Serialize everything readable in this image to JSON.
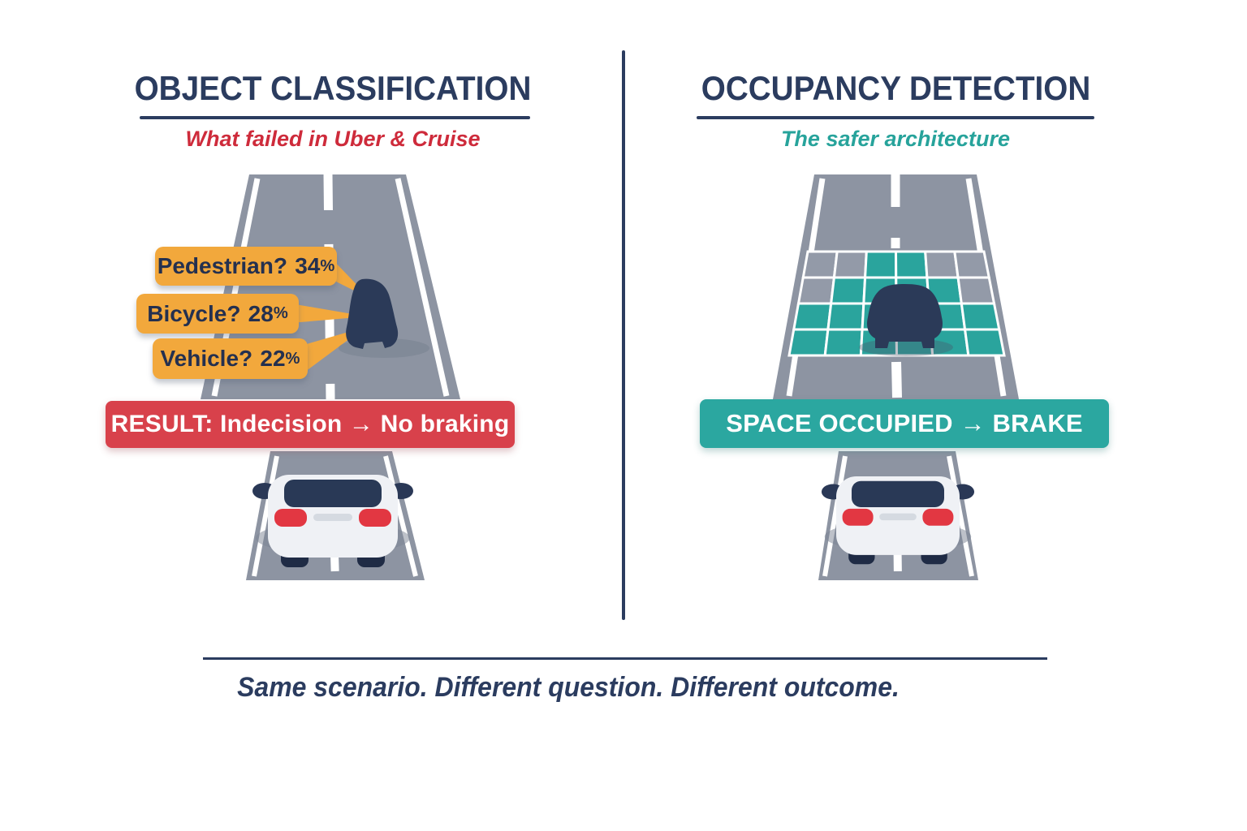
{
  "colors": {
    "navy": "#2B3C5F",
    "red_text": "#CE2B3B",
    "red_banner": "#D8414B",
    "teal_text": "#27A39B",
    "teal_banner": "#2BA7A0",
    "teal_cell": "#2AA49D",
    "gray_cell": "#939AA8",
    "road_gray": "#8D94A2",
    "amber": "#F2A83C",
    "object_navy": "#2B3A58"
  },
  "left_panel": {
    "title": "OBJECT CLASSIFICATION",
    "subtitle": "What failed in Uber & Cruise",
    "callouts": [
      {
        "label": "Pedestrian?",
        "value": "34",
        "unit": "%"
      },
      {
        "label": "Bicycle?",
        "value": "28",
        "unit": "%"
      },
      {
        "label": "Vehicle?",
        "value": "22",
        "unit": "%"
      }
    ],
    "result_banner": "RESULT: Indecision → No braking"
  },
  "right_panel": {
    "title": "OCCUPANCY DETECTION",
    "subtitle": "The safer architecture",
    "result_banner": "SPACE OCCUPIED → BRAKE",
    "grid": {
      "rows": 4,
      "cols": 6,
      "cells": [
        [
          "gray",
          "gray",
          "teal",
          "teal",
          "gray",
          "gray"
        ],
        [
          "gray",
          "teal",
          "teal",
          "teal",
          "teal",
          "gray"
        ],
        [
          "teal",
          "teal",
          "teal",
          "teal",
          "teal",
          "teal"
        ],
        [
          "teal",
          "teal",
          "teal",
          "teal",
          "teal",
          "teal"
        ]
      ]
    }
  },
  "footer": {
    "caption": "Same scenario. Different question. Different outcome."
  }
}
